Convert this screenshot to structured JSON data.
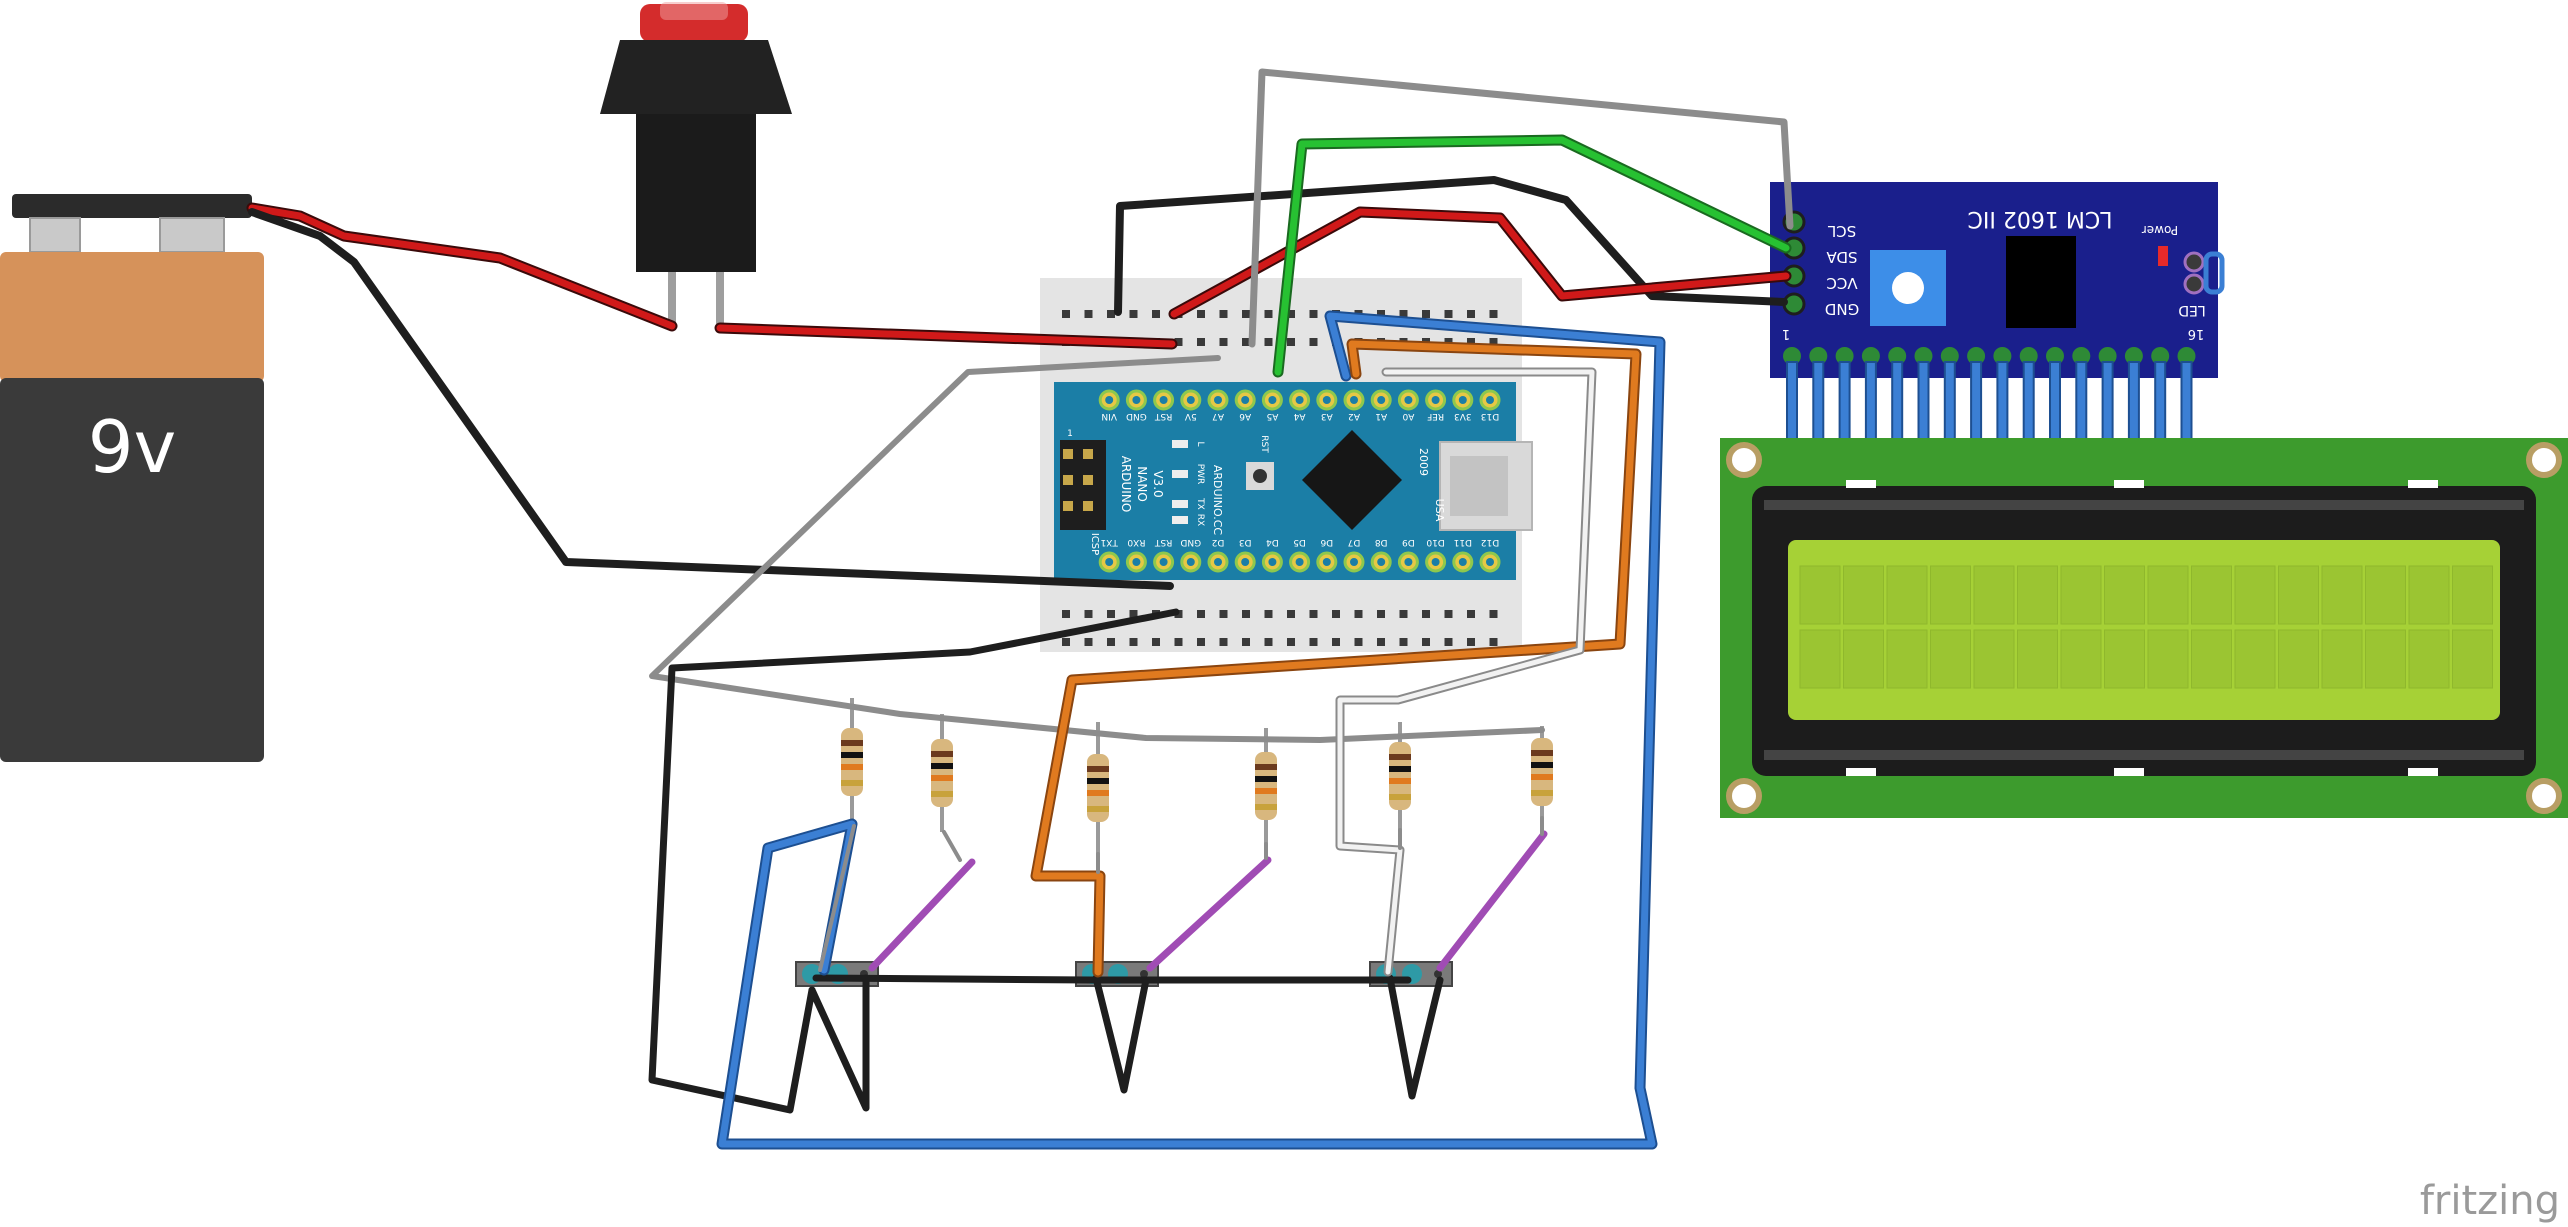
{
  "battery": {
    "label": "9v"
  },
  "nano": {
    "top_pins": [
      "D13",
      "3V3",
      "REF",
      "A0",
      "A1",
      "A2",
      "A3",
      "A4",
      "A5",
      "A6",
      "A7",
      "5V",
      "RST",
      "GND",
      "VIN"
    ],
    "bottom_pins": [
      "D12",
      "D11",
      "D10",
      "D9",
      "D8",
      "D7",
      "D6",
      "D5",
      "D4",
      "D3",
      "D2",
      "GND",
      "RST",
      "RX0",
      "TX1"
    ],
    "board_text": [
      "ARDUINO",
      "NANO",
      "V3.0"
    ],
    "cc_text": "ARDUINO.CC",
    "year": "2009",
    "usa": "USA",
    "icsp": "ICSP",
    "rst_label": "RST",
    "l_label": "L",
    "pwr_label": "PWR",
    "tx_label": "TX",
    "rx_label": "RX",
    "one_label": "1"
  },
  "i2c_module": {
    "title": "LCM 1602 IIC",
    "pins": [
      "SCL",
      "SDA",
      "VCC",
      "GND"
    ],
    "power_label": "Power",
    "led_label": "LED",
    "pin_first": "1",
    "pin_last": "16"
  },
  "watermark": "fritzing",
  "colors": {
    "wire_red": "#d01919",
    "wire_black": "#1e1e1e",
    "wire_gray": "#8c8c8c",
    "wire_green": "#27c132",
    "wire_blue": "#3b7fd4",
    "wire_orange": "#e07a1f",
    "wire_white": "#f2f2f2",
    "wire_purple": "#a04cb4",
    "nano_board": "#1b7ea6",
    "i2c_board": "#1a1f8c",
    "lcd_pcb": "#3d9b2d",
    "lcd_screen": "#a6d136",
    "battery_top": "#d6925a",
    "battery_body": "#3a3a3a"
  }
}
